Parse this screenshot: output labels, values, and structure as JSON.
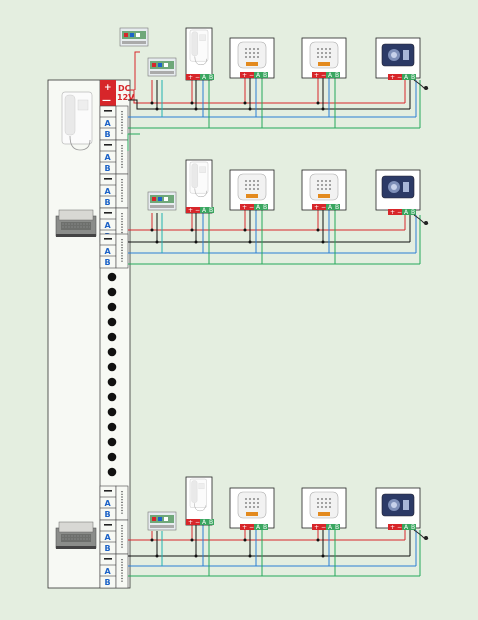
{
  "power": {
    "plus": "+",
    "minus": "—",
    "voltage_lines": [
      "DC",
      "12V"
    ]
  },
  "line_pair": {
    "minus_mark": "—",
    "a_label": "A",
    "b_label": "B"
  },
  "colors": {
    "background": "#e4eee0",
    "panel": "#f7f9f4",
    "red_wire": "#d7262a",
    "blue_wire": "#2a7fd4",
    "green_wire": "#25a85a",
    "black_wire": "#111111",
    "teal_wire": "#21b1b1",
    "terminal_red": "#d7262a",
    "terminal_green": "#3aa660",
    "dot": "#111111"
  },
  "icons": [
    "indoor-handset-icon",
    "main-console-icon",
    "power-supply-icon",
    "speaker-grille-icon",
    "door-station-icon",
    "dip-switch-icon"
  ],
  "empty_slot_count": 14
}
